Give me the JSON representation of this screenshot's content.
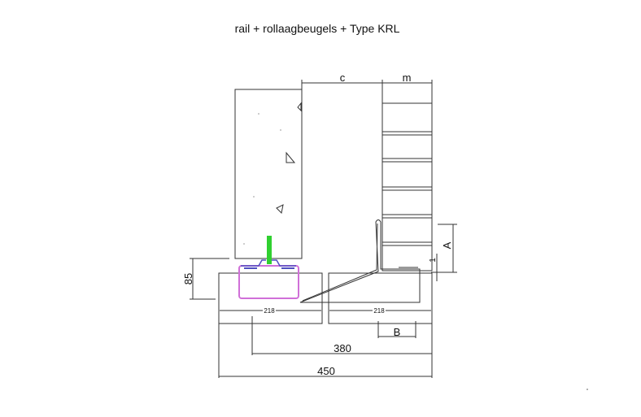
{
  "title": "rail + rollaagbeugels + Type KRL",
  "dimensions": {
    "c": "c",
    "m": "m",
    "height_85": "85",
    "a": "A",
    "one": "1",
    "left_block_218": "218",
    "right_block_218": "218",
    "b": "B",
    "d380": "380",
    "d450": "450"
  },
  "colors": {
    "rail": "#d070d8",
    "flange": "#5050c0",
    "bolt": "#30d030"
  }
}
